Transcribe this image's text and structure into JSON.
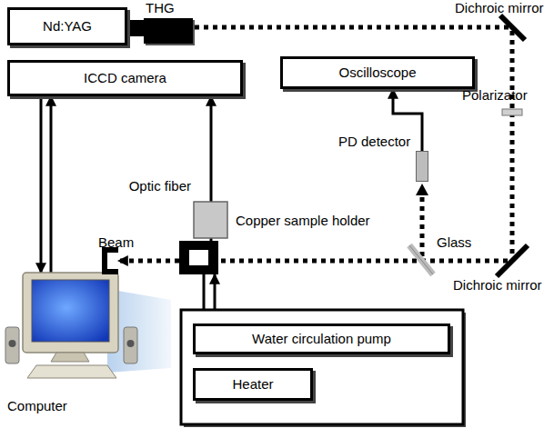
{
  "diagram": {
    "nodes": [
      {
        "text": [
          "Nd:YAG"
        ]
      },
      {
        "text": [
          "THG"
        ]
      },
      {
        "text": [
          "ICCD camera"
        ]
      },
      {
        "text": [
          "Oscilloscope"
        ]
      },
      {
        "text": [
          "PD detector"
        ]
      },
      {
        "text": [
          "Copper sample holder"
        ]
      },
      {
        "text": [
          "Water circulation pump"
        ]
      },
      {
        "text": [
          "Heater"
        ]
      },
      {
        "text": [
          "Computer"
        ]
      },
      {
        "text": [
          "Beam"
        ]
      }
    ],
    "edges": [
      {
        "from": 4,
        "to": 3,
        "arrow": "to"
      },
      {
        "from": 5,
        "to": 2,
        "label": "Optic fiber",
        "arrow": "to"
      },
      {
        "from": 2,
        "to": 8,
        "arrow": "to"
      },
      {
        "from": 8,
        "to": 2,
        "arrow": "to"
      },
      {
        "from": 5,
        "to": 6,
        "arrow": "to"
      },
      {
        "from": 6,
        "to": 5,
        "arrow": "to"
      },
      {
        "from": 5,
        "to": 9,
        "arrow": "to"
      },
      {
        "from": 0,
        "to": 1,
        "arrow": "none"
      }
    ],
    "labels": [
      "Dichroic mirror",
      "Polarizator",
      "Dichroic mirror",
      "Glass"
    ]
  }
}
